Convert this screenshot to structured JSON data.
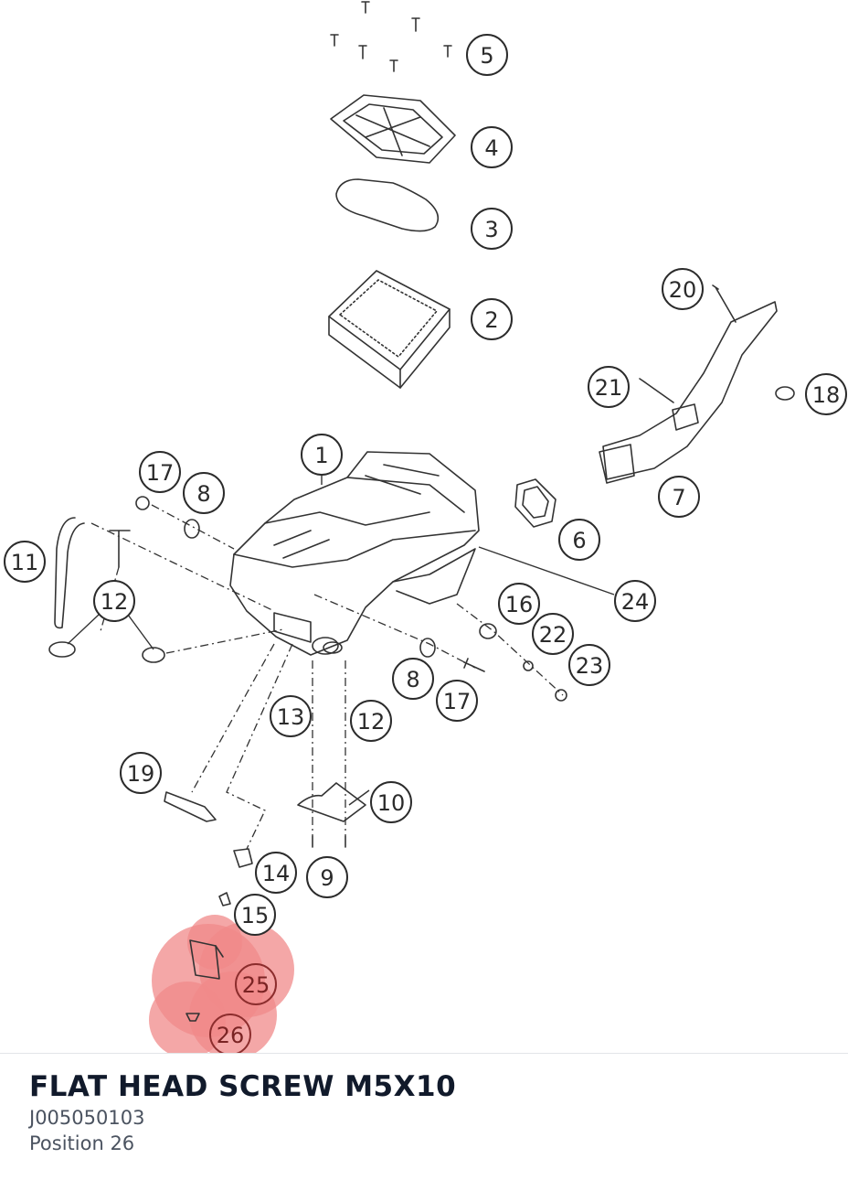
{
  "part": {
    "name": "FLAT HEAD SCREW M5X10",
    "number": "J005050103",
    "position_label": "Position 26"
  },
  "diagram": {
    "highlight_color": "#f08a8a",
    "callouts": [
      "1",
      "2",
      "3",
      "4",
      "5",
      "6",
      "7",
      "8",
      "8",
      "9",
      "10",
      "11",
      "12",
      "12",
      "13",
      "14",
      "15",
      "16",
      "17",
      "17",
      "18",
      "19",
      "20",
      "21",
      "22",
      "23",
      "24",
      "25",
      "26"
    ],
    "highlighted_callouts": [
      "25",
      "26"
    ]
  }
}
